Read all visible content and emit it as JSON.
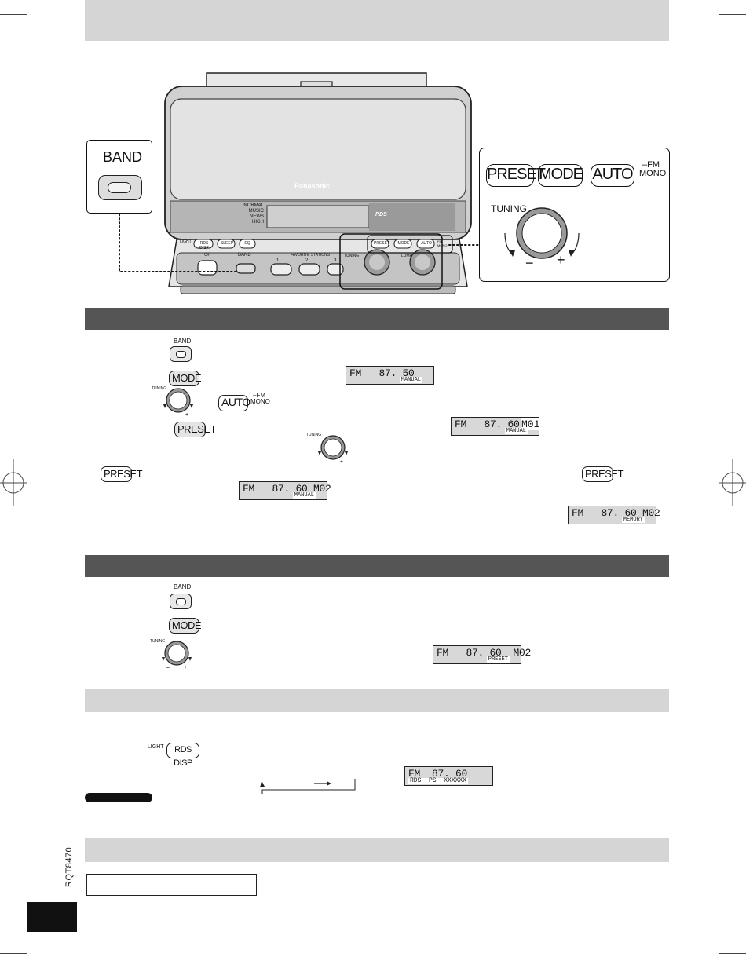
{
  "device": {
    "brand": "Panasonic",
    "rds_logo": "RDS",
    "eq_modes": [
      "NORMAL",
      "MUSIC",
      "NEWS",
      "HIGH"
    ],
    "panel_buttons": [
      "RDS DISP",
      "SLEEP",
      "EQ"
    ],
    "light_label": "LIGHT",
    "power_label": "⏻/I",
    "band_label": "BAND",
    "favorite_label": "FAVORITE STATIONS",
    "fav": [
      "1",
      "2",
      "3"
    ],
    "tuning_label": "TUNING",
    "volume_label": "LUME",
    "right_buttons": [
      "PRESET",
      "MODE",
      "AUTO"
    ],
    "fm_mono": [
      "FM",
      "MONO"
    ]
  },
  "callout_band": {
    "label": "BAND"
  },
  "callout_right": {
    "preset": "PRESET",
    "mode": "MODE",
    "auto": "AUTO",
    "fm": "FM",
    "mono": "MONO",
    "tuning": "TUNING",
    "minus": "−",
    "plus": "+"
  },
  "section1": {
    "band_caption": "BAND",
    "mode_btn": "MODE",
    "tuning_caption": "TUNING",
    "auto_btn": "AUTO",
    "fm": "FM",
    "mono": "MONO",
    "preset_btn": "PRESET",
    "lcd1": {
      "top": "FM   87. 50",
      "bottom": "MANUAL"
    },
    "lcd2": {
      "top": "FM   87. 60",
      "mem": "M01",
      "bottom": "MANUAL"
    },
    "lcd3": {
      "top": "FM   87. 60 M02",
      "bottom": "MANUAL"
    },
    "lcd4": {
      "top": "FM   87. 60 M02",
      "bottom": "MEMORY"
    }
  },
  "section2": {
    "band_caption": "BAND",
    "mode_btn": "MODE",
    "tuning_caption": "TUNING",
    "lcd": {
      "top": "FM   87. 60  M02",
      "bottom": "PRESET"
    }
  },
  "section3": {
    "light_label": "LIGHT",
    "rds_btn": "RDS DISP",
    "lcd": {
      "top": "FM  87. 60",
      "bottom": "RDS  PS  XXXXXX"
    }
  },
  "side_code": "RQT8470"
}
